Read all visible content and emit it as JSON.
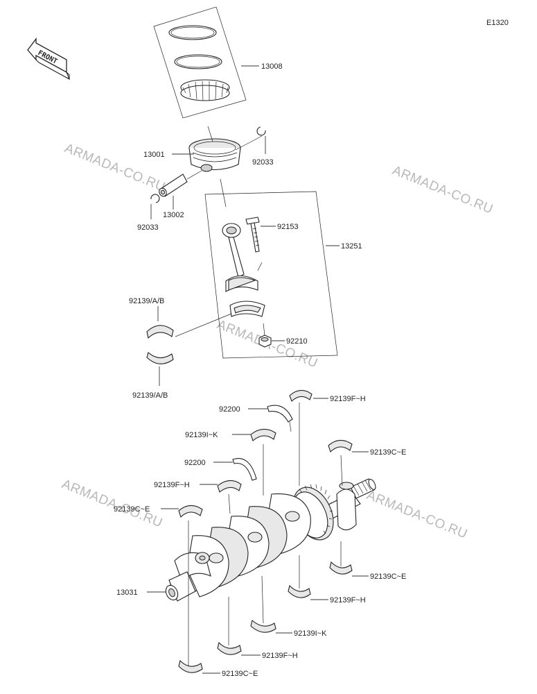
{
  "diagram_code": "E1320",
  "front_label": "FRONT",
  "watermark": "ARMADA-CO.RU",
  "labels": {
    "l13008": "13008",
    "l13001": "13001",
    "l92033a": "92033",
    "l92033b": "92033",
    "l13002": "13002",
    "l92153": "92153",
    "l13251": "13251",
    "l92139ab1": "92139/A/B",
    "l92139ab2": "92139/A/B",
    "l92210": "92210",
    "l92139fh1": "92139F~H",
    "l92200a": "92200",
    "l92139ik1": "92139I~K",
    "l92139ce1": "92139C~E",
    "l92200b": "92200",
    "l92139fh2": "92139F~H",
    "l92139ce2": "92139C~E",
    "l13031": "13031",
    "l92139ce3": "92139C~E",
    "l92139fh3": "92139F~H",
    "l92139ik2": "92139I~K",
    "l92139fh4": "92139F~H",
    "l92139ce4": "92139C~E"
  }
}
